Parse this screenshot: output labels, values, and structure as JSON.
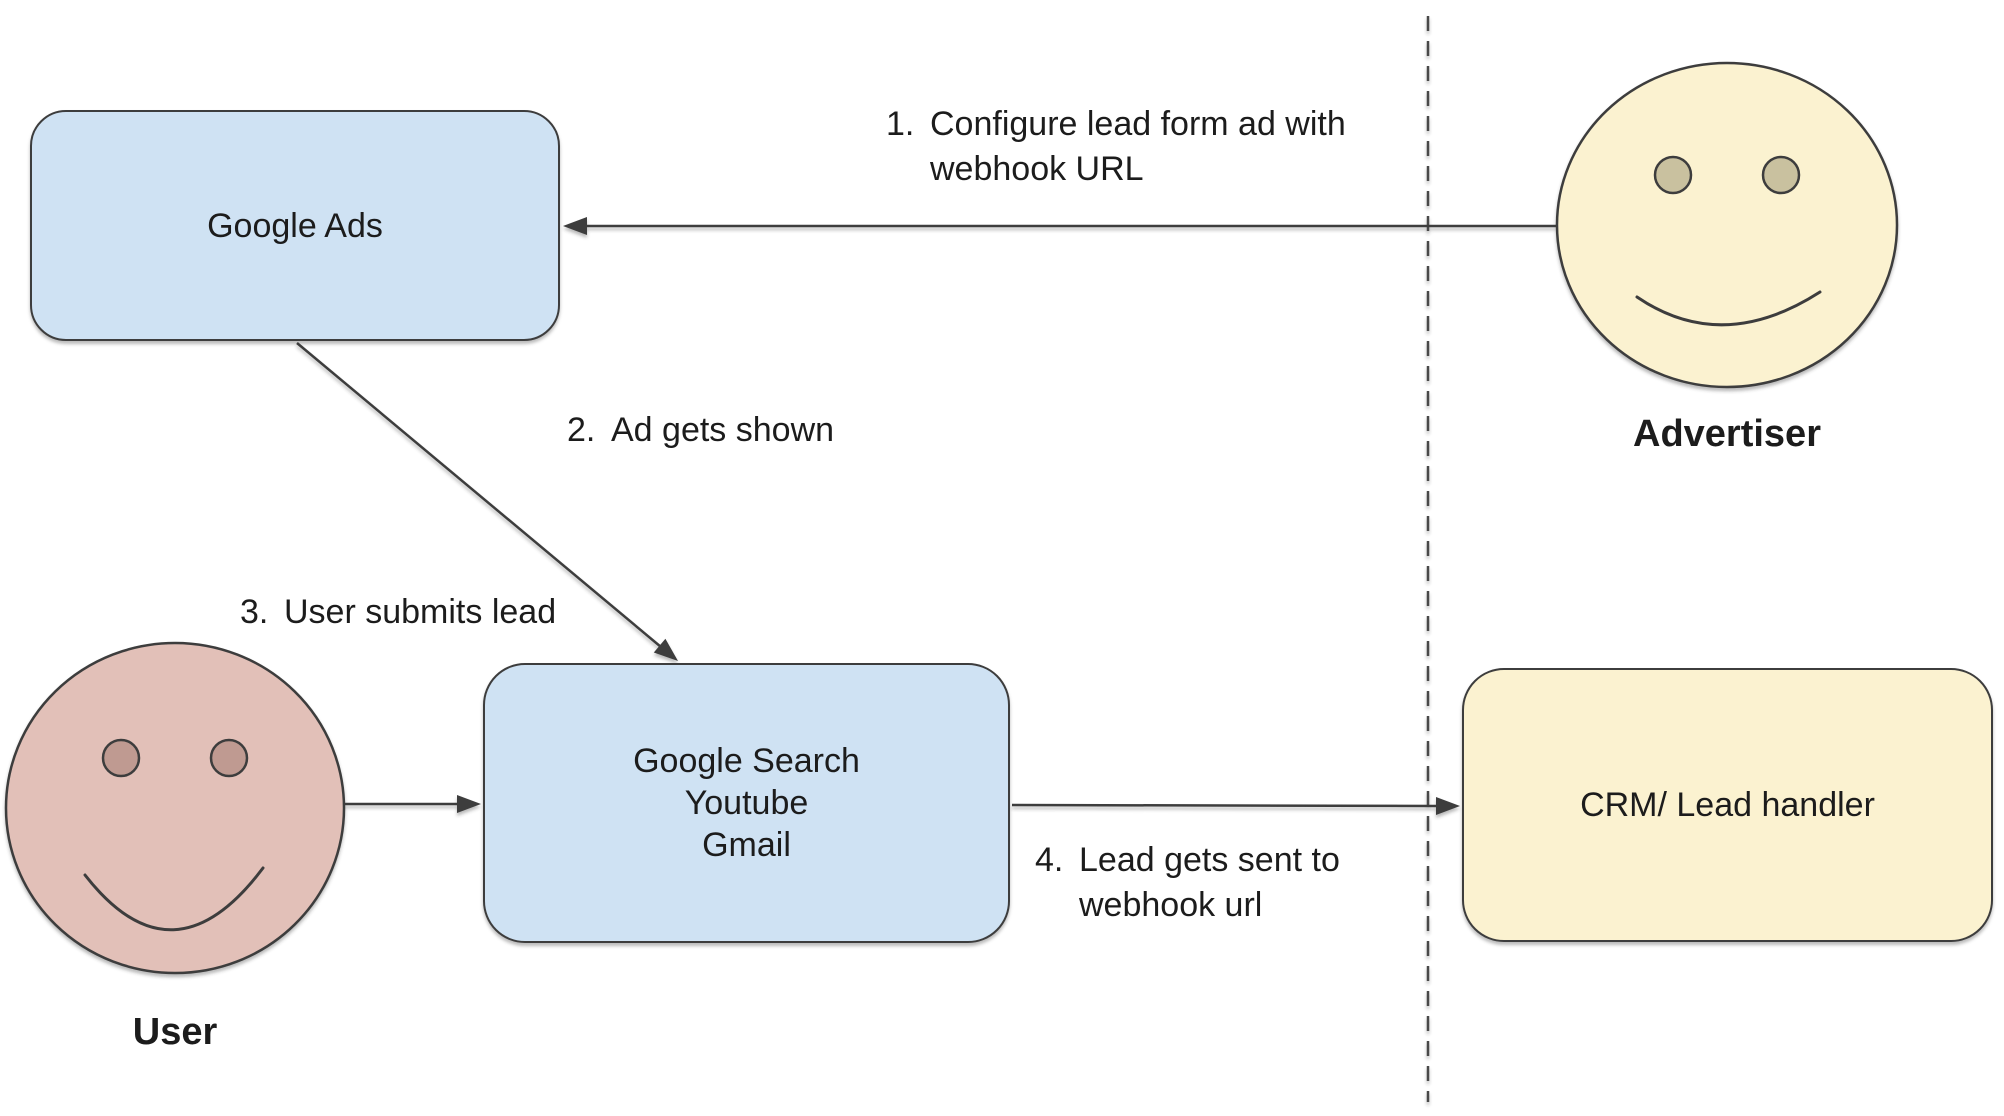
{
  "colors": {
    "canvas_bg": "#ffffff",
    "node_blue_fill": "#cfe2f3",
    "node_yellow_fill": "#fbf2d0",
    "advertiser_face_fill": "#fbf2d0",
    "advertiser_eye_fill": "#c9c19f",
    "user_face_fill": "#e2c0b8",
    "user_eye_fill": "#bf9a91",
    "stroke": "#3d3d3d",
    "dashed_line": "#4a4a4a",
    "text": "#1c1c1c"
  },
  "nodes": {
    "google_ads": {
      "label": "Google Ads"
    },
    "google_surfaces": {
      "lines": [
        "Google Search",
        "Youtube",
        "Gmail"
      ]
    },
    "crm": {
      "label": "CRM/ Lead handler"
    }
  },
  "actors": {
    "user": {
      "label": "User"
    },
    "advertiser": {
      "label": "Advertiser"
    }
  },
  "steps": [
    {
      "num": "1.",
      "lines": [
        "Configure lead form ad with",
        "webhook URL"
      ]
    },
    {
      "num": "2.",
      "lines": [
        "Ad gets shown"
      ]
    },
    {
      "num": "3.",
      "lines": [
        "User submits lead"
      ]
    },
    {
      "num": "4.",
      "lines": [
        "Lead gets sent to",
        "webhook url"
      ]
    }
  ]
}
